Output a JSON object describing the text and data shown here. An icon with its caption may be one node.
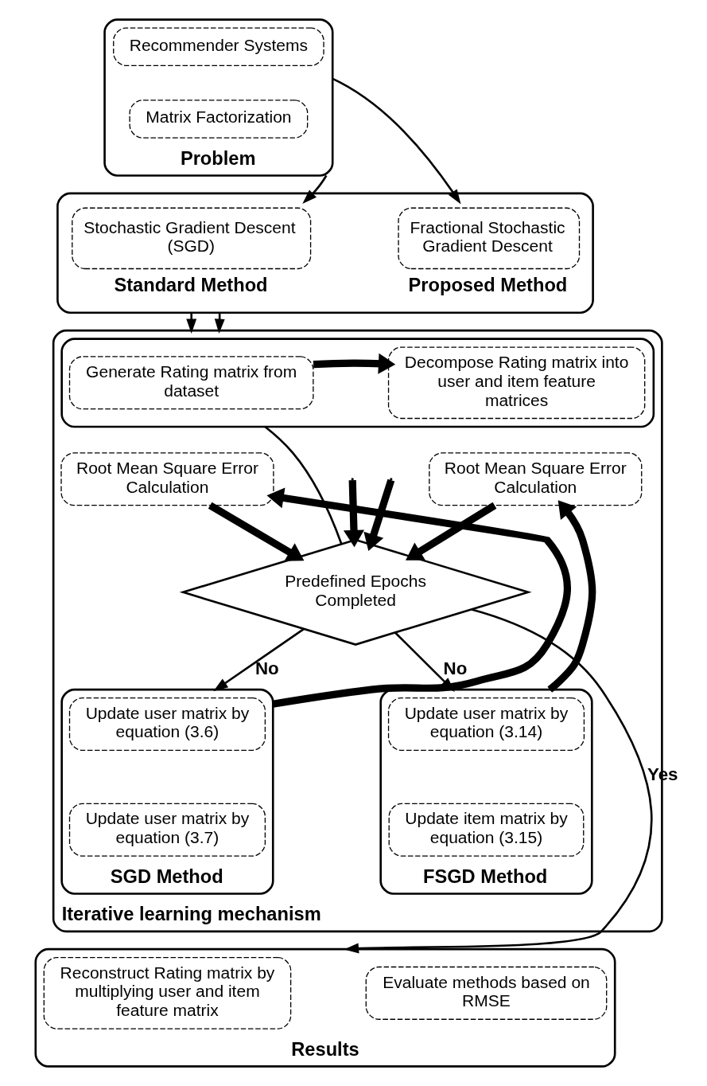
{
  "diagram": {
    "nodes": [
      {
        "text": [
          "Problem"
        ]
      },
      {
        "text": [
          "Recommender Systems"
        ],
        "in": 0
      },
      {
        "text": [
          "Matrix Factorization"
        ],
        "in": 0
      },
      {
        "text": [],
        "shape": "box"
      },
      {
        "text": [
          "Stochastic Gradient Descent (SGD)"
        ],
        "in": 3,
        "beside": [
          "Standard Method"
        ]
      },
      {
        "text": [
          "Fractional Stochastic Gradient Descent"
        ],
        "in": 3,
        "beside": [
          "Proposed Method"
        ]
      },
      {
        "text": [
          "Iterative learning mechanism"
        ]
      },
      {
        "text": [],
        "shape": "box",
        "in": 6
      },
      {
        "text": [
          "Generate Rating matrix from dataset"
        ],
        "in": 7
      },
      {
        "text": [
          "Decompose Rating matrix into user and item feature matrices"
        ],
        "in": 7
      },
      {
        "text": [
          "Root Mean Square Error Calculation"
        ],
        "in": 6
      },
      {
        "text": [
          "Root Mean Square Error Calculation"
        ],
        "in": 6
      },
      {
        "text": [
          "SGD Method"
        ],
        "in": 6
      },
      {
        "text": [
          "Update user matrix by equation (3.6)"
        ],
        "in": 12
      },
      {
        "text": [
          "Update user matrix by equation (3.7)"
        ],
        "in": 12
      },
      {
        "text": [
          "Predefined Epochs Completed"
        ],
        "in": 6
      },
      {
        "text": [
          "FSGD Method"
        ],
        "in": 6
      },
      {
        "text": [
          "Update user matrix by equation (3.14)"
        ],
        "in": 16
      },
      {
        "text": [
          "Update item matrix by equation (3.15)"
        ],
        "in": 16
      },
      {
        "text": [
          "Results"
        ]
      },
      {
        "text": [
          "Reconstruct Rating matrix by multiplying user and item feature matrix"
        ],
        "in": 19
      },
      {
        "text": [
          "Evaluate methods based on RMSE"
        ],
        "in": 19
      }
    ],
    "edges": [
      {
        "from": 0,
        "to": 4,
        "arrow": "to"
      },
      {
        "from": 0,
        "to": 5,
        "arrow": "to"
      },
      {
        "from": 3,
        "to": 6,
        "arrow": "to"
      },
      {
        "from": 3,
        "to": 6,
        "arrow": "to"
      },
      {
        "from": 8,
        "to": 9,
        "arrow": "to",
        "style": "thick"
      },
      {
        "from": 7,
        "to": 15,
        "arrow": "none"
      },
      {
        "from": 10,
        "to": 15,
        "arrow": "to",
        "style": "thick"
      },
      {
        "from": 11,
        "to": 15,
        "arrow": "to",
        "style": "thick"
      },
      {
        "from": null,
        "to": 15,
        "arrow": "to",
        "style": "thick"
      },
      {
        "from": null,
        "to": 15,
        "arrow": "to",
        "style": "thick"
      },
      {
        "from": 15,
        "to": 12,
        "arrow": "to",
        "label": "No"
      },
      {
        "from": 15,
        "to": 16,
        "arrow": "to",
        "label": "No"
      },
      {
        "from": 12,
        "to": 10,
        "arrow": "to",
        "style": "thick"
      },
      {
        "from": 16,
        "to": 11,
        "arrow": "to",
        "style": "thick"
      },
      {
        "from": 15,
        "to": 19,
        "arrow": "to",
        "label": "Yes"
      }
    ]
  }
}
